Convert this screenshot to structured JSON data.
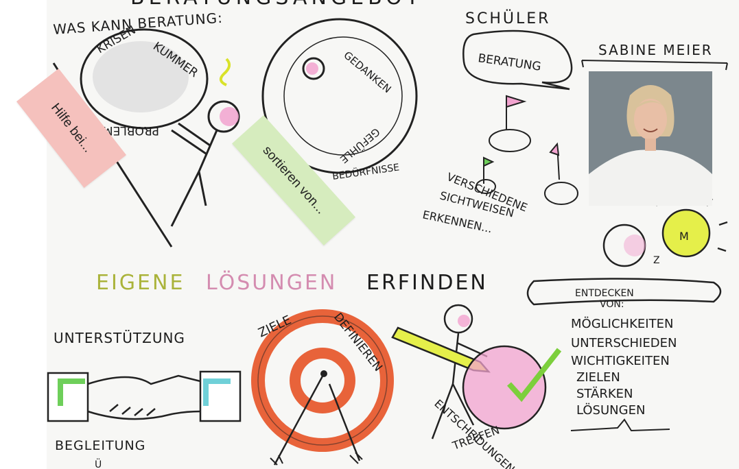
{
  "header": {
    "top_left_fragment": "BERATUNGSANGEBOT",
    "top_right_fragment": "SCHÜLER",
    "question": "WAS KANN BERATUNG:",
    "name": "SABINE MEIER"
  },
  "notes": {
    "hilfe": "Hilfe bei...",
    "sortieren": "sortieren von..."
  },
  "left_circle": {
    "words": [
      "KRISEN",
      "KUMMER",
      "PROBLEME"
    ]
  },
  "middle_circle": {
    "words": [
      "GEDANKEN",
      "GEFÜHLE",
      "BEDÜRFNISSE"
    ]
  },
  "beratung_bubble": "BERATUNG",
  "sichtweisen": [
    "VERSCHIEDENE",
    "SICHTWEISEN",
    "ERKENNEN..."
  ],
  "center_heading": {
    "part1": "EIGENE",
    "part2": "LÖSUNGEN",
    "part3": "ERFINDEN"
  },
  "entdecken": {
    "label_lines": [
      "ENTDECKEN",
      "VON:"
    ],
    "items": [
      "MÖGLICHKEITEN",
      "UNTERSCHIEDEN",
      "WICHTIGKEITEN",
      "ZIELEN",
      "STÄRKEN",
      "LÖSUNGEN"
    ]
  },
  "sleep_letters": [
    "M",
    "Z"
  ],
  "support": {
    "top": "UNTERSTÜTZUNG",
    "bottom": "BEGLEITUNG",
    "fragment": "Ü"
  },
  "target": {
    "word1": "ZIELE",
    "word2": "DEFINIEREN"
  },
  "decision": {
    "word1": "ENTSCHEIDUNGEN",
    "word2": "TREFFEN"
  },
  "colors": {
    "note_pink": "#f5c1bd",
    "note_green": "#d6ecbe",
    "target_orange": "#e8633a",
    "highlight_pink": "#f2a3cf",
    "highlight_yellow": "#e5ef4a",
    "hand_green": "#6ecf5a",
    "hand_cyan": "#6fd0d8",
    "check_green": "#7ccf3c"
  }
}
